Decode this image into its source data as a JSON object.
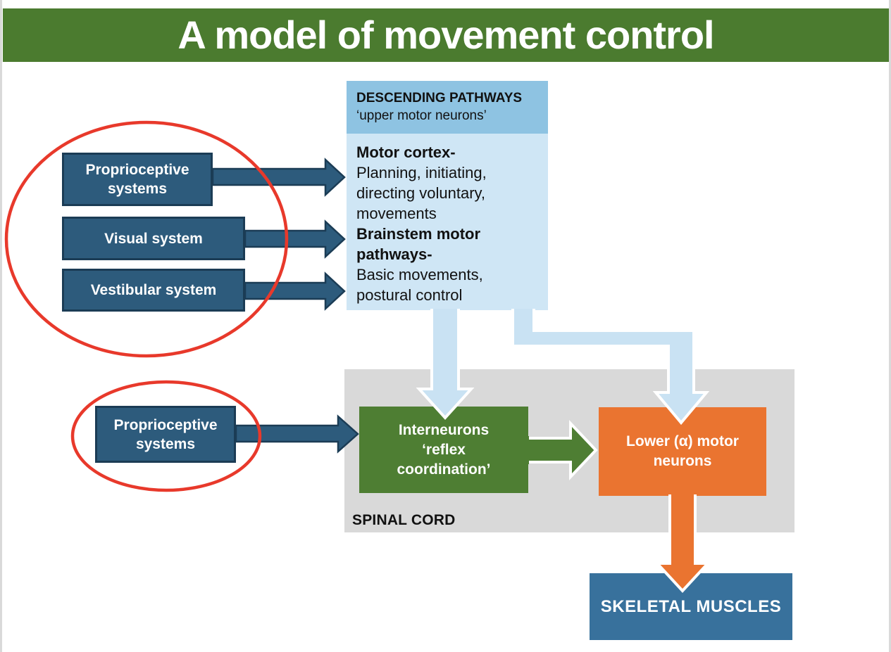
{
  "title": "A model of movement control",
  "descending_pathways": {
    "heading": "DESCENDING PATHWAYS",
    "subheading": "‘upper motor neurons’",
    "motor_cortex_title": "Motor cortex-",
    "motor_cortex_body": "Planning, initiating,\ndirecting voluntary,\nmovements",
    "brainstem_title": "Brainstem motor\npathways-",
    "brainstem_body": "Basic movements,\npostural control"
  },
  "inputs": {
    "proprioceptive_top": "Proprioceptive\nsystems",
    "visual": "Visual system",
    "vestibular": "Vestibular system",
    "proprioceptive_bottom": "Proprioceptive\nsystems"
  },
  "spinal_cord": {
    "label": "SPINAL CORD",
    "interneurons": "Interneurons\n‘reflex\ncoordination’",
    "lower_motor_neurons": "Lower (α) motor\nneurons"
  },
  "output": {
    "skeletal_muscles": "SKELETAL MUSCLES"
  },
  "icons": {
    "navy_arrows": "right-arrow-icon",
    "blue_arrows": "down-arrow-icon",
    "highlights": "red-ellipse-annotation"
  },
  "colors": {
    "title_bar_green": "#4b7b2f",
    "interneurons_green": "#4e7e33",
    "navy_box": "#2d5b7c",
    "navy_border": "#1b3c55",
    "orange": "#ea7430",
    "skeletal_blue": "#38719c",
    "pathway_header_blue": "#8ec3e2",
    "pathway_body_blue": "#cfe6f5",
    "pathway_arrow_blue": "#c9e2f3",
    "spinal_gray": "#d9d9d9",
    "highlight_red": "#e8392b",
    "text_dark": "#111111",
    "text_white": "#ffffff"
  }
}
